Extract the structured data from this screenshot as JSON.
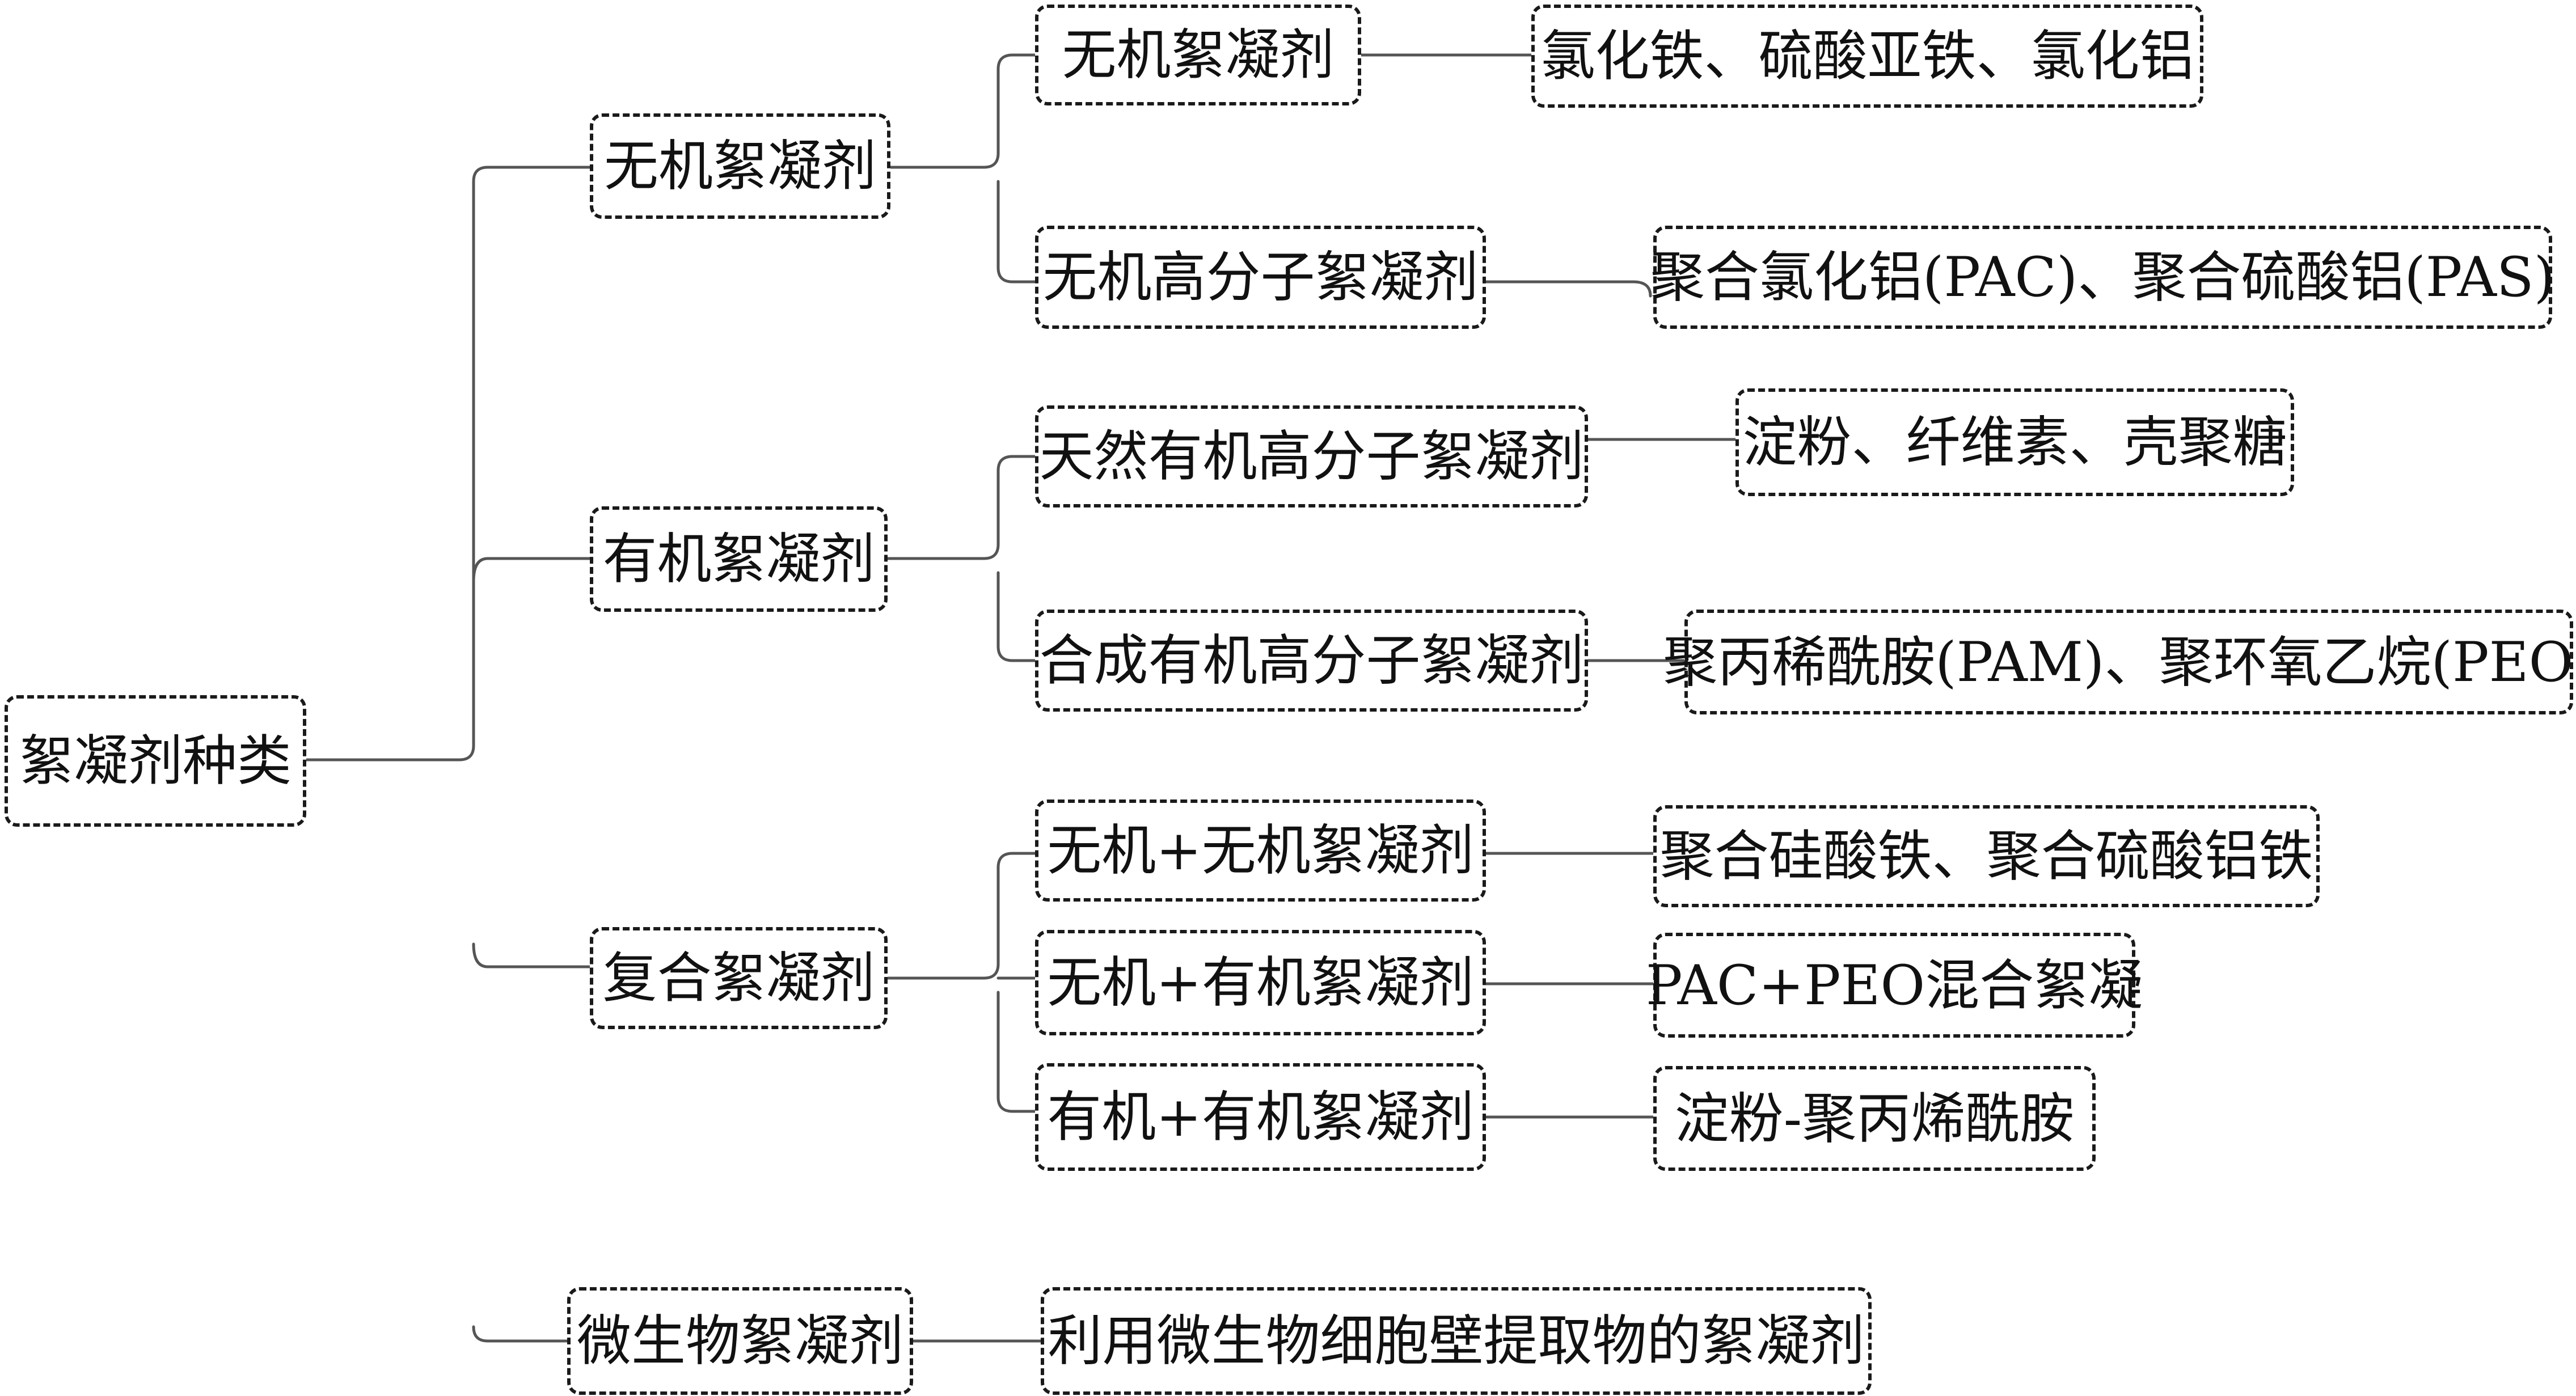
{
  "root": {
    "label": "絮凝剂种类"
  },
  "categories": [
    {
      "label": "无机絮凝剂",
      "subtypes": [
        {
          "label": "无机絮凝剂",
          "examples": "氯化铁、硫酸亚铁、氯化铝"
        },
        {
          "label": "无机高分子絮凝剂",
          "examples": "聚合氯化铝(PAC)、聚合硫酸铝(PAS)"
        }
      ]
    },
    {
      "label": "有机絮凝剂",
      "subtypes": [
        {
          "label": "天然有机高分子絮凝剂",
          "examples": "淀粉、纤维素、壳聚糖"
        },
        {
          "label": "合成有机高分子絮凝剂",
          "examples": "聚丙稀酰胺(PAM)、聚环氧乙烷(PEO)"
        }
      ]
    },
    {
      "label": "复合絮凝剂",
      "subtypes": [
        {
          "label": "无机+无机絮凝剂",
          "examples": "聚合硅酸铁、聚合硫酸铝铁"
        },
        {
          "label": "无机+有机絮凝剂",
          "examples": "PAC+PEO混合絮凝"
        },
        {
          "label": "有机+有机絮凝剂",
          "examples": "淀粉-聚丙烯酰胺"
        }
      ]
    },
    {
      "label": "微生物絮凝剂",
      "examples": "利用微生物细胞壁提取物的絮凝剂"
    }
  ]
}
